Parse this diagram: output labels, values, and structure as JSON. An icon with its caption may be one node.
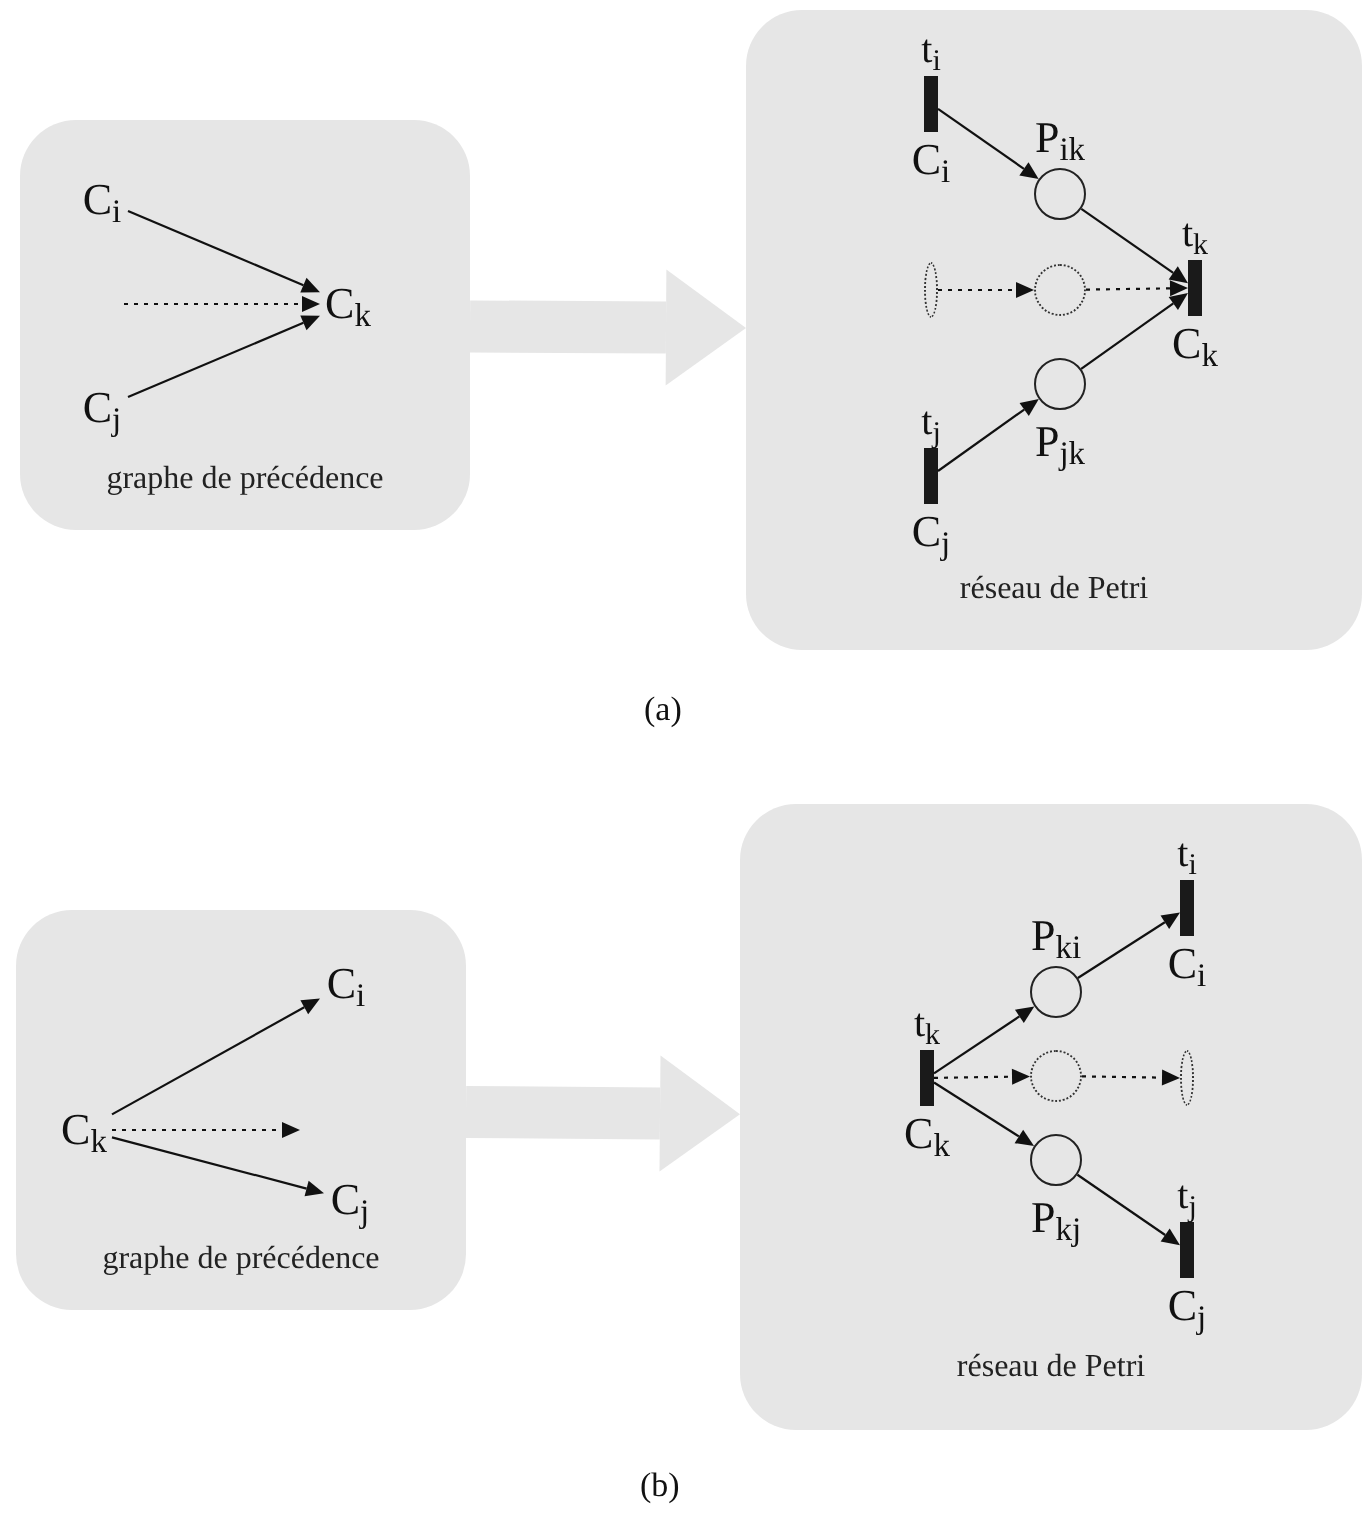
{
  "diagram": {
    "nodes": [
      {
        "text": [
          "graphe de précédence"
        ]
      },
      {
        "text": [
          "C$_{i}$"
        ],
        "in": 0
      },
      {
        "text": [
          "C$_{j}$"
        ],
        "in": 0
      },
      {
        "text": [
          "C$_{k}$"
        ],
        "in": 0
      },
      {
        "text": [
          "réseau de Petri"
        ]
      },
      {
        "text": [
          "t$_{i}$",
          "C$_{i}$"
        ],
        "in": 4
      },
      {
        "text": [
          "P$_{ik}$"
        ],
        "in": 4
      },
      {
        "text": [],
        "shape": "bar",
        "in": 4
      },
      {
        "text": [],
        "shape": "circle",
        "in": 4
      },
      {
        "text": [
          "t$_{k}$",
          "C$_{k}$"
        ],
        "in": 4
      },
      {
        "text": [
          "t$_{j}$",
          "C$_{j}$"
        ],
        "in": 4
      },
      {
        "text": [
          "P$_{jk}$"
        ],
        "in": 4
      },
      {
        "text": [
          "graphe de précédence"
        ]
      },
      {
        "text": [
          "C$_{i}$"
        ],
        "in": 12
      },
      {
        "text": [
          "C$_{k}$"
        ],
        "in": 12
      },
      {
        "text": [
          "C$_{j}$"
        ],
        "in": 12
      },
      {
        "text": [
          "réseau de Petri"
        ]
      },
      {
        "text": [
          "t$_{i}$",
          "C$_{i}$"
        ],
        "in": 16
      },
      {
        "text": [
          "P$_{ki}$"
        ],
        "in": 16
      },
      {
        "text": [
          "t$_{k}$",
          "C$_{k}$"
        ],
        "in": 16
      },
      {
        "text": [],
        "shape": "circle",
        "in": 16
      },
      {
        "text": [],
        "shape": "bar",
        "in": 16
      },
      {
        "text": [
          "P$_{kj}$"
        ],
        "in": 16
      },
      {
        "text": [
          "t$_{j}$",
          "C$_{j}$"
        ],
        "in": 16
      }
    ],
    "edges": [
      {
        "from": 1,
        "to": 3,
        "arrow": "to"
      },
      {
        "from": null,
        "to": 3,
        "arrow": "to",
        "style": "dashed"
      },
      {
        "from": 2,
        "to": 3,
        "arrow": "to"
      },
      {
        "from": 0,
        "to": 4,
        "arrow": "to",
        "style": "thick",
        "color": "#e6e6e6"
      },
      {
        "from": 5,
        "to": 6,
        "arrow": "to"
      },
      {
        "from": 6,
        "to": 9,
        "arrow": "to"
      },
      {
        "from": 7,
        "to": 8,
        "arrow": "to",
        "style": "dashed"
      },
      {
        "from": 8,
        "to": 9,
        "arrow": "to",
        "style": "dashed"
      },
      {
        "from": 10,
        "to": 11,
        "arrow": "to"
      },
      {
        "from": 11,
        "to": 9,
        "arrow": "to"
      },
      {
        "from": 14,
        "to": 13,
        "arrow": "to"
      },
      {
        "from": 14,
        "to": null,
        "arrow": "to",
        "style": "dashed"
      },
      {
        "from": 14,
        "to": 15,
        "arrow": "to"
      },
      {
        "from": 12,
        "to": 16,
        "arrow": "to",
        "style": "thick",
        "color": "#e6e6e6"
      },
      {
        "from": 19,
        "to": 18,
        "arrow": "to"
      },
      {
        "from": 18,
        "to": 17,
        "arrow": "to"
      },
      {
        "from": 19,
        "to": 20,
        "arrow": "to",
        "style": "dashed"
      },
      {
        "from": 20,
        "to": 21,
        "arrow": "to",
        "style": "dashed"
      },
      {
        "from": 19,
        "to": 22,
        "arrow": "to"
      },
      {
        "from": 22,
        "to": 23,
        "arrow": "to"
      }
    ],
    "labels": [
      "(a)",
      "(b)"
    ]
  }
}
